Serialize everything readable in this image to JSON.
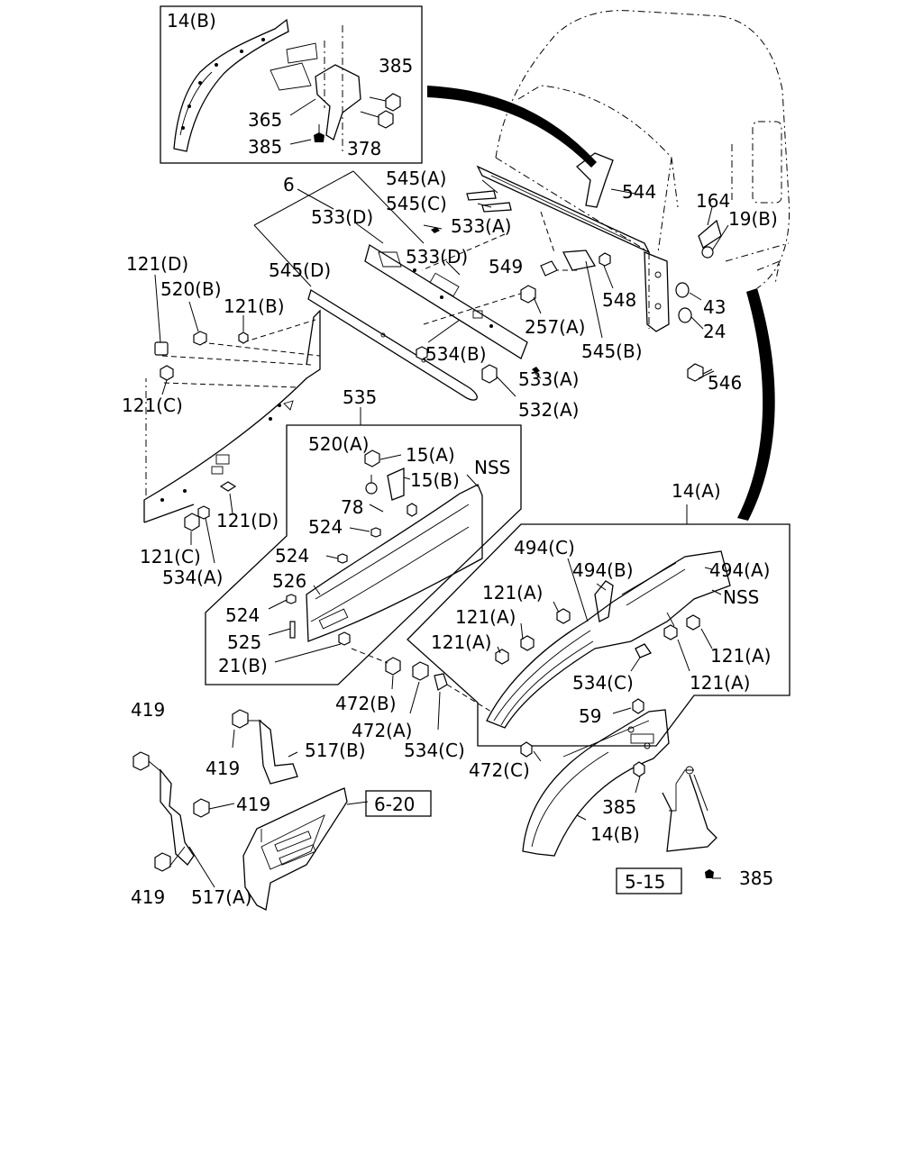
{
  "labels": {
    "l_14b_top": "14(B)",
    "l_385_top": "385",
    "l_365": "365",
    "l_385_mid": "385",
    "l_378": "378",
    "l_545a": "545(A)",
    "l_545c": "545(C)",
    "l_544": "544",
    "l_164": "164",
    "l_19b": "19(B)",
    "l_6": "6",
    "l_533d_1": "533(D)",
    "l_533a_1": "533(A)",
    "l_533d_2": "533(D)",
    "l_545d": "545(D)",
    "l_549": "549",
    "l_548": "548",
    "l_43": "43",
    "l_257a": "257(A)",
    "l_24": "24",
    "l_545b": "545(B)",
    "l_534b": "534(B)",
    "l_546": "546",
    "l_533a_2": "533(A)",
    "l_532a": "532(A)",
    "l_121d_1": "121(D)",
    "l_520b": "520(B)",
    "l_121b": "121(B)",
    "l_121c_1": "121(C)",
    "l_535": "535",
    "l_520a": "520(A)",
    "l_15a": "15(A)",
    "l_nss_1": "NSS",
    "l_15b": "15(B)",
    "l_78": "78",
    "l_524_1": "524",
    "l_524_2": "524",
    "l_526": "526",
    "l_524_3": "524",
    "l_525": "525",
    "l_21b": "21(B)",
    "l_121d_2": "121(D)",
    "l_121c_2": "121(C)",
    "l_534a": "534(A)",
    "l_14a": "14(A)",
    "l_494c": "494(C)",
    "l_494b": "494(B)",
    "l_494a": "494(A)",
    "l_nss_2": "NSS",
    "l_121a_1": "121(A)",
    "l_121a_2": "121(A)",
    "l_121a_3": "121(A)",
    "l_121a_4": "121(A)",
    "l_121a_5": "121(A)",
    "l_534c_1": "534(C)",
    "l_472b": "472(B)",
    "l_472a": "472(A)",
    "l_534c_2": "534(C)",
    "l_472c": "472(C)",
    "l_59": "59",
    "l_385_low": "385",
    "l_14b_low": "14(B)",
    "l_419_1": "419",
    "l_419_2": "419",
    "l_419_3": "419",
    "l_419_4": "419",
    "l_517b": "517(B)",
    "l_517a": "517(A)",
    "l_6_20": "6-20",
    "l_5_15": "5-15",
    "l_385_bot": "385"
  }
}
